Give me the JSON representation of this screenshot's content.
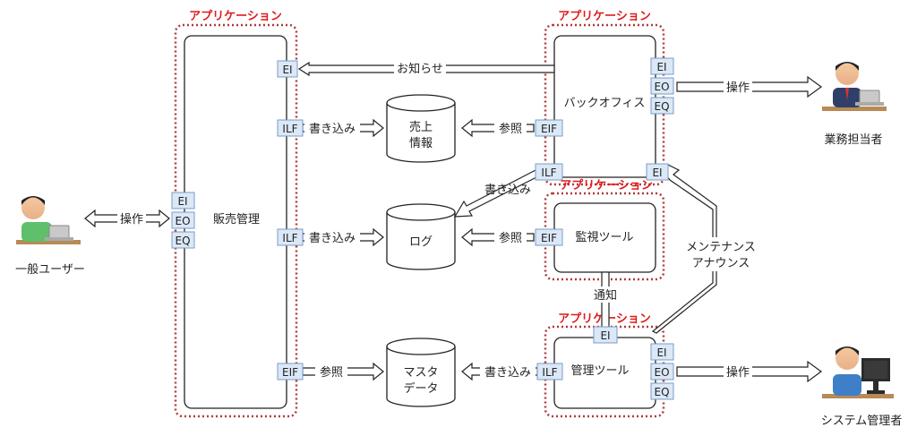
{
  "app_title": "アプリケーション",
  "systems": {
    "sales": "販売管理",
    "backoffice": "バックオフィス",
    "monitor": "監視ツール",
    "admin": "管理ツール"
  },
  "stores": {
    "sales_info": [
      "売上",
      "情報"
    ],
    "log": "ログ",
    "master": [
      "マスタ",
      "データ"
    ]
  },
  "actors": {
    "user": "一般ユーザー",
    "staff": "業務担当者",
    "sysadmin": "システム管理者"
  },
  "badges": {
    "ei": "EI",
    "eo": "EO",
    "eq": "EQ",
    "ilf": "ILF",
    "eif": "EIF"
  },
  "labels": {
    "notice": "お知らせ",
    "write": "書き込み",
    "ref": "参照",
    "operate": "操作",
    "notify": "通知",
    "maint1": "メンテナンス",
    "maint2": "アナウンス"
  },
  "colors": {
    "app_title": "#e01b1b",
    "badge_fill": "#dbe8f7",
    "group_border": "#b03a3a"
  }
}
